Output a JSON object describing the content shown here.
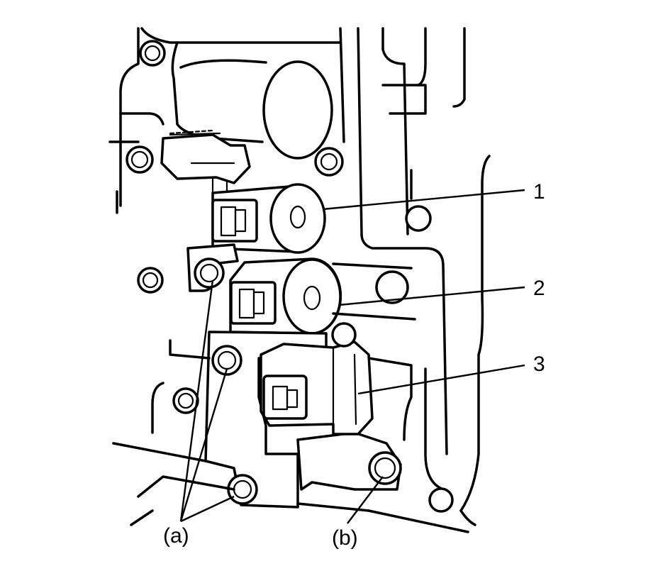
{
  "callouts": {
    "part_1": "1",
    "part_2": "2",
    "part_3": "3",
    "bolt_a": "(a)",
    "bolt_b": "(b)"
  },
  "colors": {
    "line": "#000000",
    "background": "#ffffff"
  }
}
